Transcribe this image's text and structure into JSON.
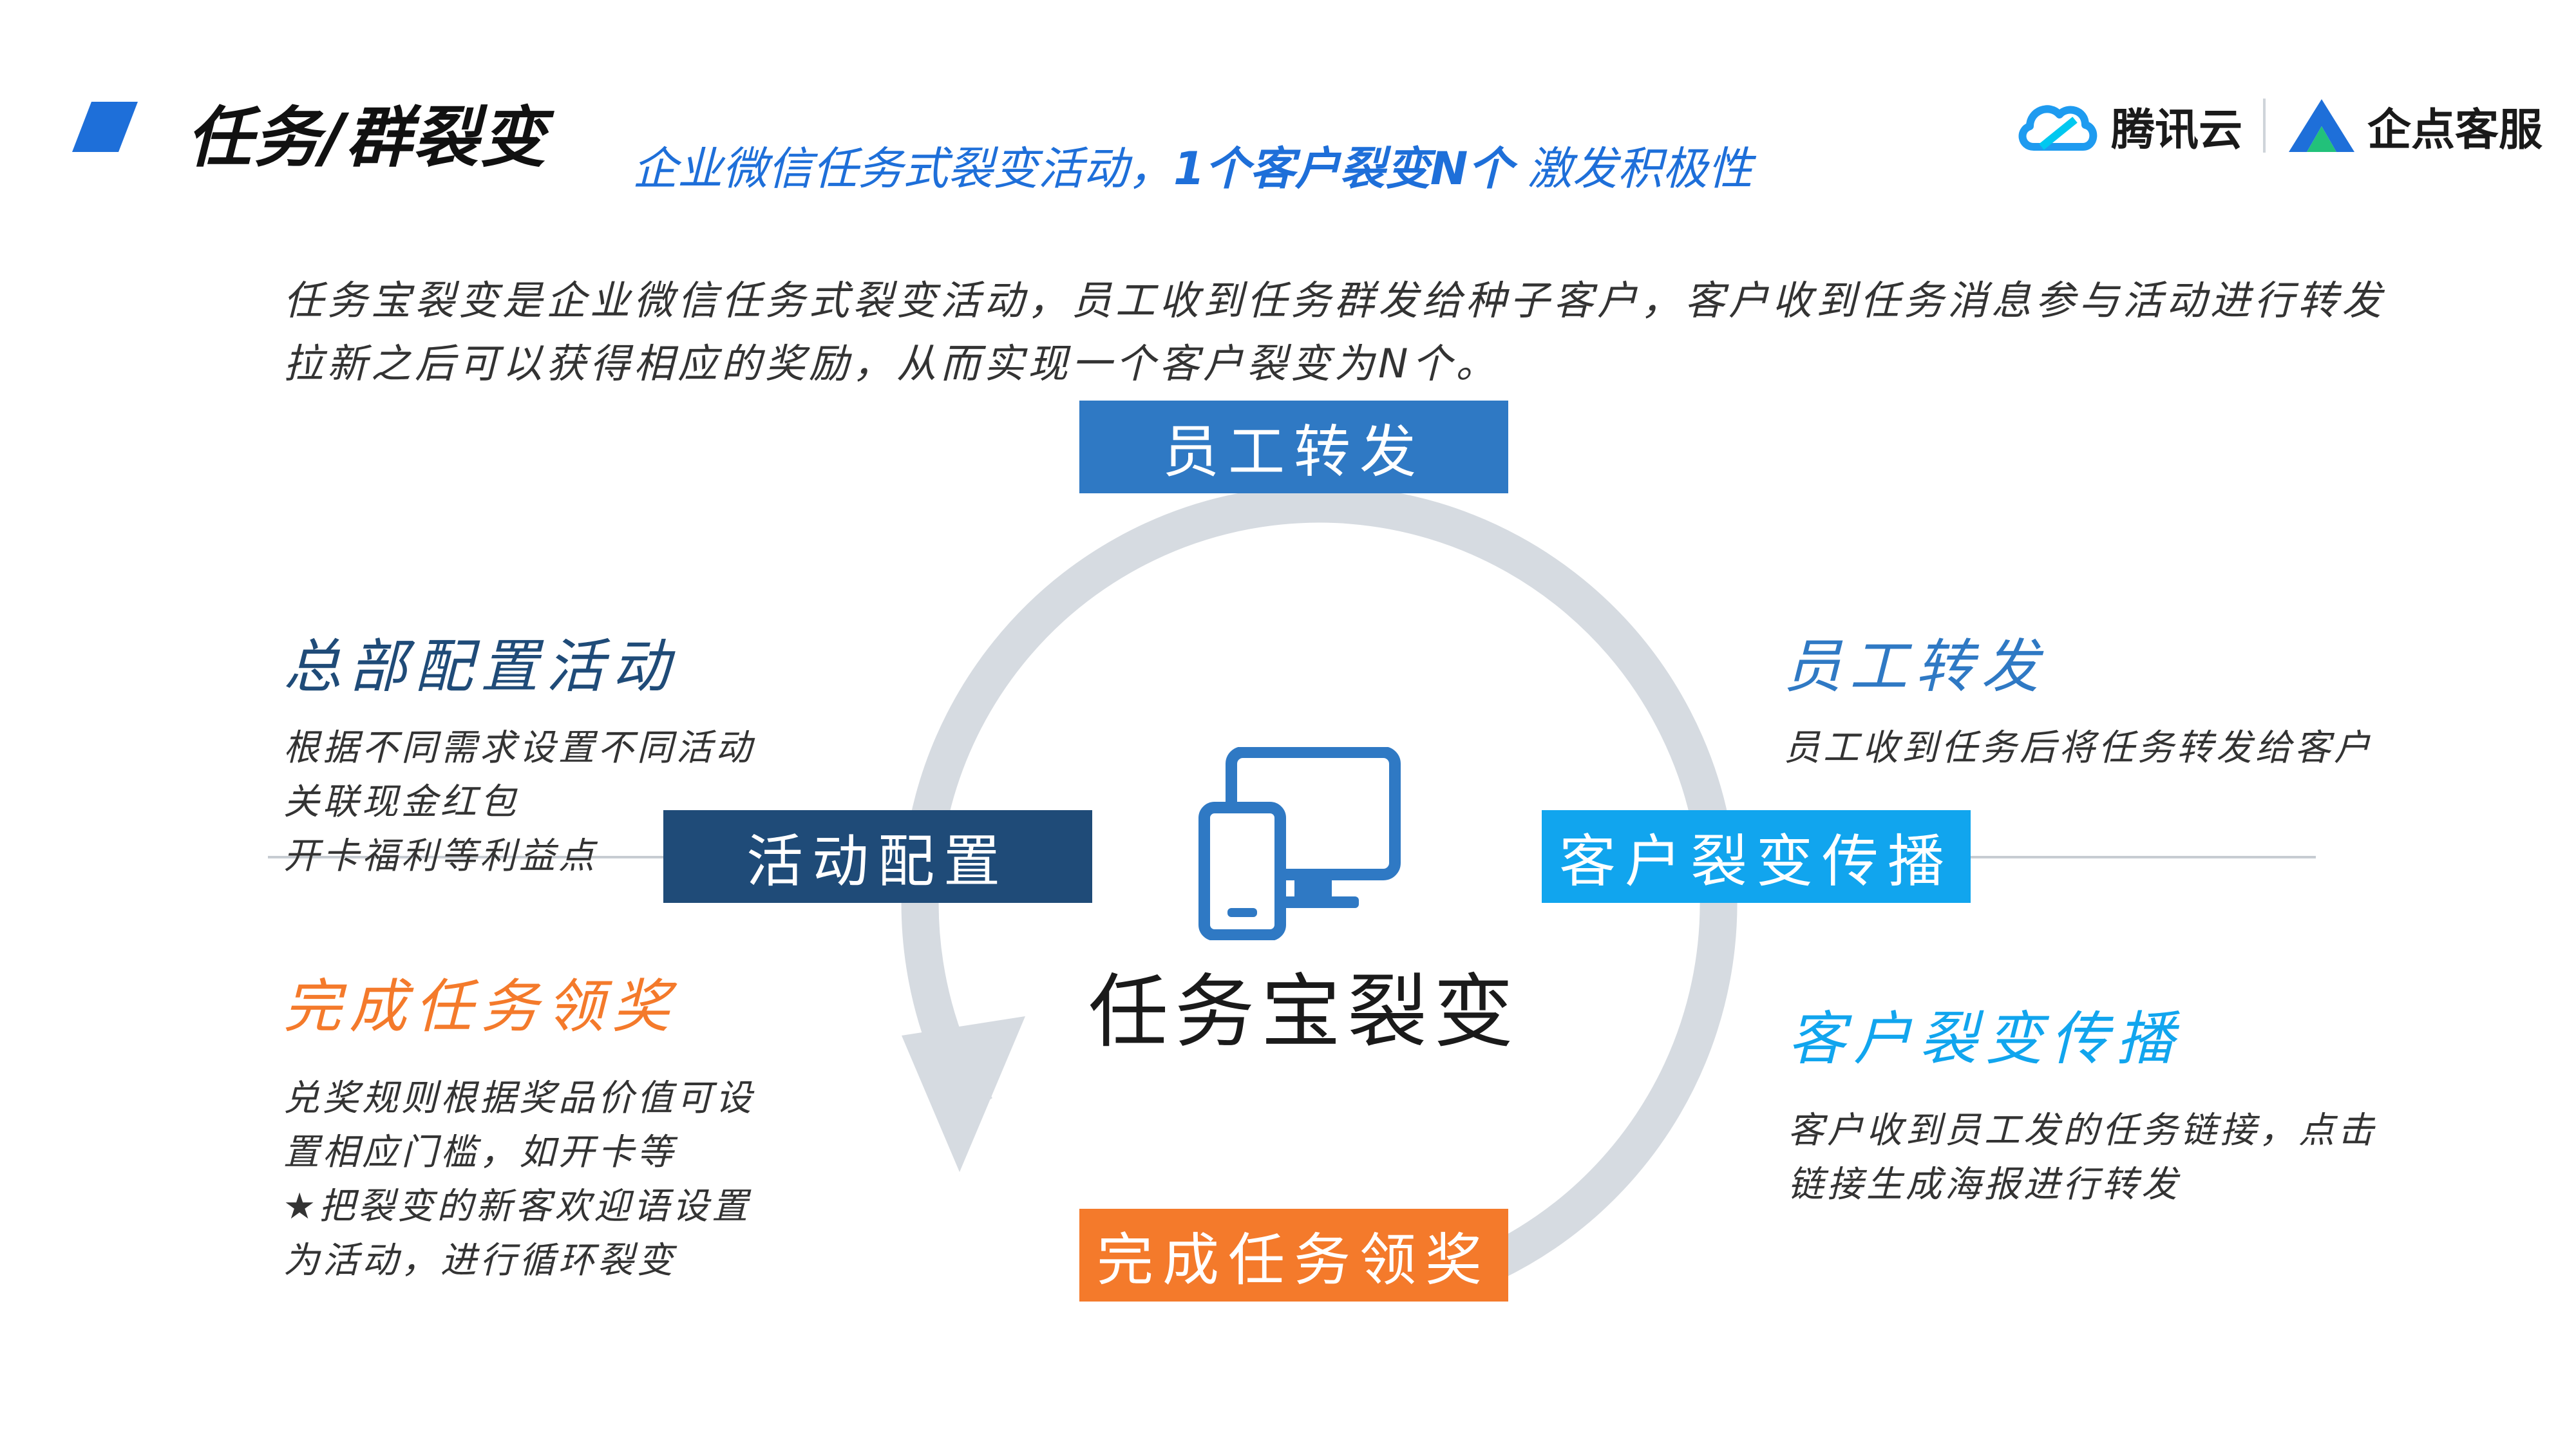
{
  "header": {
    "title": "任务/群裂变",
    "subtitle_part1": "企业微信任务式裂变活动，",
    "subtitle_part2": "1个客户裂变N个",
    "subtitle_part3": " 激发积极性",
    "logo_tencent": "腾讯云",
    "logo_qidian": "企点客服"
  },
  "intro": "任务宝裂变是企业微信任务式裂变活动，员工收到任务群发给种子客户，客户收到任务消息参与活动进行转发拉新之后可以获得相应的奖励，从而实现一个客户裂变为N个。",
  "cycle": {
    "center_label": "任务宝裂变",
    "box_top": "员工转发",
    "box_left": "活动配置",
    "box_right": "客户裂变传播",
    "box_bottom": "完成任务领奖"
  },
  "blocks": {
    "config": {
      "title": "总部配置活动",
      "lines": [
        "根据不同需求设置不同活动",
        "关联现金红包",
        "开卡福利等利益点"
      ]
    },
    "forward": {
      "title": "员工转发",
      "lines": [
        "员工收到任务后将任务转发给客户"
      ]
    },
    "spread": {
      "title": "客户裂变传播",
      "lines": [
        "客户收到员工发的任务链接，点击",
        "链接生成海报进行转发"
      ]
    },
    "reward": {
      "title": "完成任务领奖",
      "lines": [
        "兑奖规则根据奖品价值可设",
        "置相应门槛，如开卡等",
        "★把裂变的新客欢迎语设置",
        "为活动，进行循环裂变"
      ]
    }
  },
  "colors": {
    "accent_blue": "#1e6fd9",
    "box_top": "#2f79c4",
    "box_left": "#1f4b78",
    "box_right": "#11a5ee",
    "box_bottom": "#f47a2b",
    "ring": "#d6dbe1"
  },
  "icons": [
    "title-slash-icon",
    "tencent-cloud-icon",
    "qidian-logo-icon",
    "devices-icon",
    "cycle-arrow-icon"
  ]
}
